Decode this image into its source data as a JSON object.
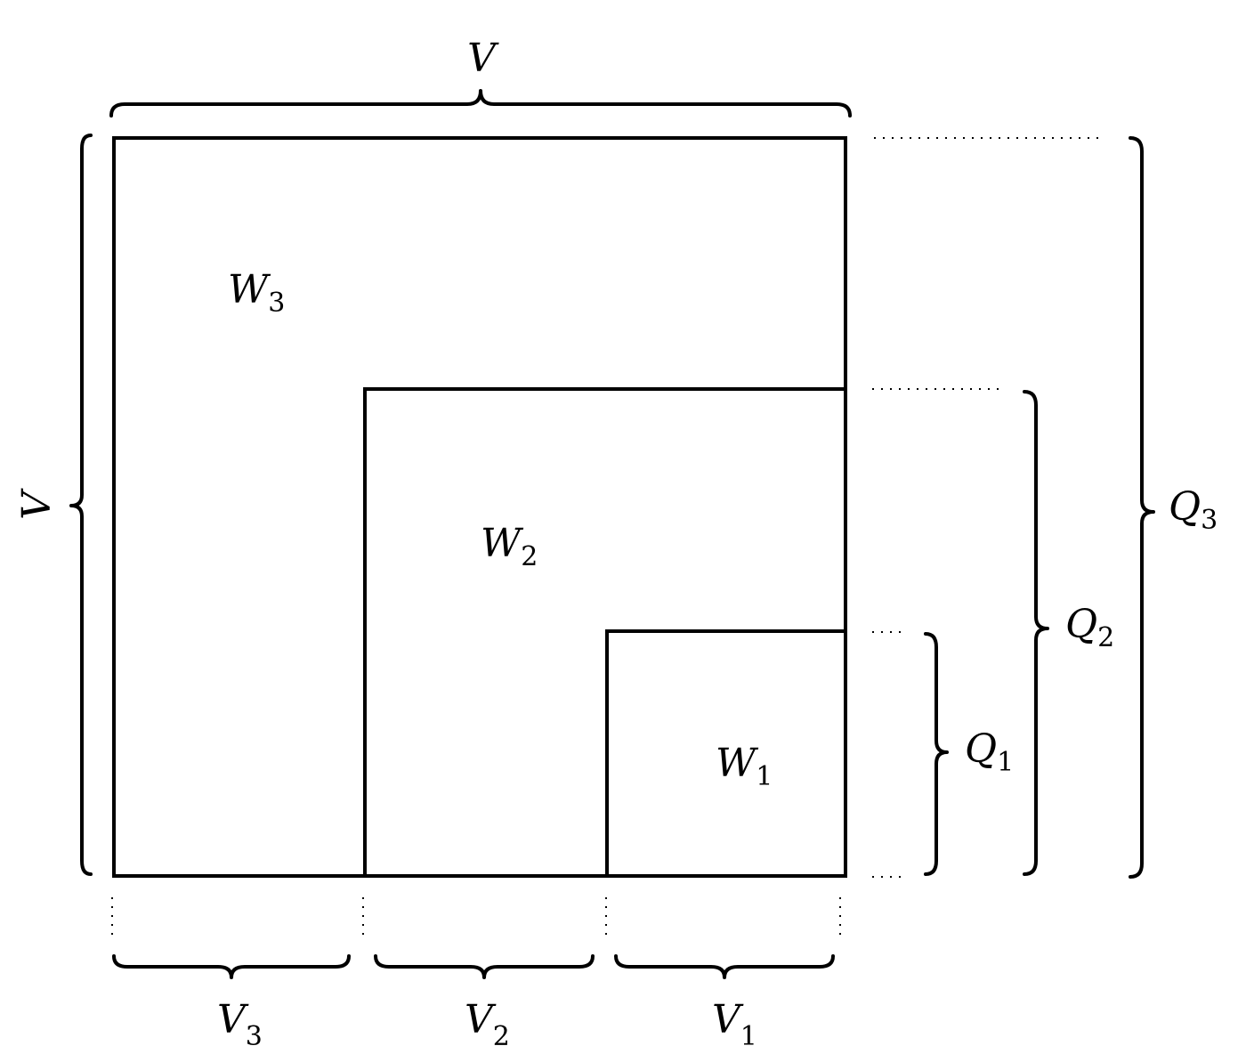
{
  "regions": {
    "w3": {
      "base": "W",
      "sub": "3"
    },
    "w2": {
      "base": "W",
      "sub": "2"
    },
    "w1": {
      "base": "W",
      "sub": "1"
    }
  },
  "top_brace_label": "V",
  "left_brace_label": "V",
  "bottom_braces": [
    {
      "base": "V",
      "sub": "3"
    },
    {
      "base": "V",
      "sub": "2"
    },
    {
      "base": "V",
      "sub": "1"
    }
  ],
  "right_braces": [
    {
      "base": "Q",
      "sub": "1"
    },
    {
      "base": "Q",
      "sub": "2"
    },
    {
      "base": "Q",
      "sub": "3"
    }
  ]
}
